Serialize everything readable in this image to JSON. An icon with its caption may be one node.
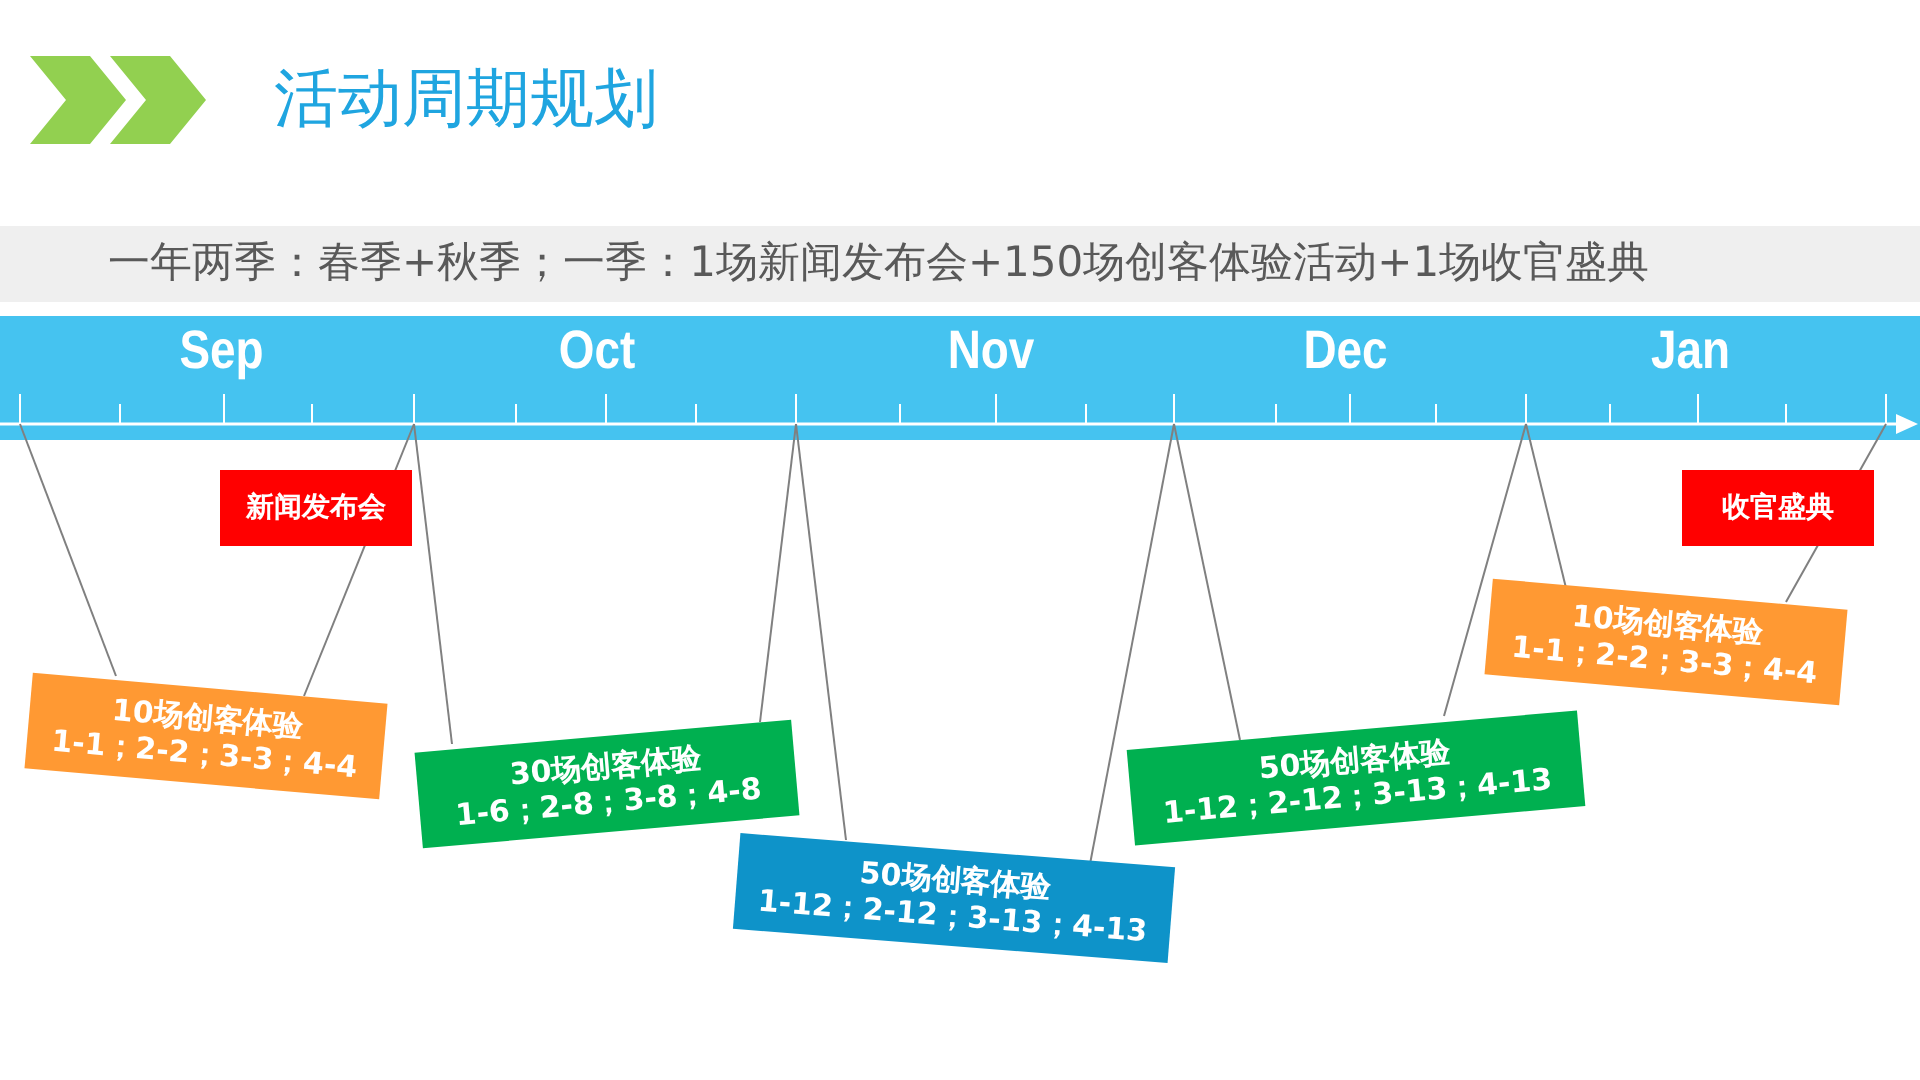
{
  "diagram": {
    "title": "活动周期规划",
    "nodes": [
      {
        "text": [
          "10场创客体验",
          "1-1；2-2；3-3；4-4"
        ]
      },
      {
        "text": [
          "新闻发布会"
        ]
      },
      {
        "text": [
          "30场创客体验",
          "1-6；2-8；3-8；4-8"
        ]
      },
      {
        "text": [
          "50场创客体验",
          "1-12；2-12；3-13；4-13"
        ]
      },
      {
        "text": [
          "50场创客体验",
          "1-12；2-12；3-13；4-13"
        ]
      },
      {
        "text": [
          "10场创客体验",
          "1-1；2-2；3-3；4-4"
        ]
      },
      {
        "text": [
          "收官盛典"
        ]
      }
    ],
    "edges": [
      {
        "from": null,
        "to": 0,
        "arrow": "none"
      },
      {
        "from": null,
        "to": 0,
        "arrow": "none"
      },
      {
        "from": null,
        "to": 2,
        "arrow": "none"
      },
      {
        "from": null,
        "to": 2,
        "arrow": "none"
      },
      {
        "from": null,
        "to": 3,
        "arrow": "none"
      },
      {
        "from": null,
        "to": 3,
        "arrow": "none"
      },
      {
        "from": null,
        "to": 4,
        "arrow": "none"
      },
      {
        "from": null,
        "to": 4,
        "arrow": "none"
      },
      {
        "from": null,
        "to": 5,
        "arrow": "none"
      },
      {
        "from": null,
        "to": 5,
        "arrow": "none"
      }
    ],
    "labels": [
      "一年两季：春季+秋季；一季：1场新闻发布会+150场创客体验活动+1场收官盛典",
      "Sep",
      "Oct",
      "Nov",
      "Dec",
      "Jan"
    ]
  }
}
